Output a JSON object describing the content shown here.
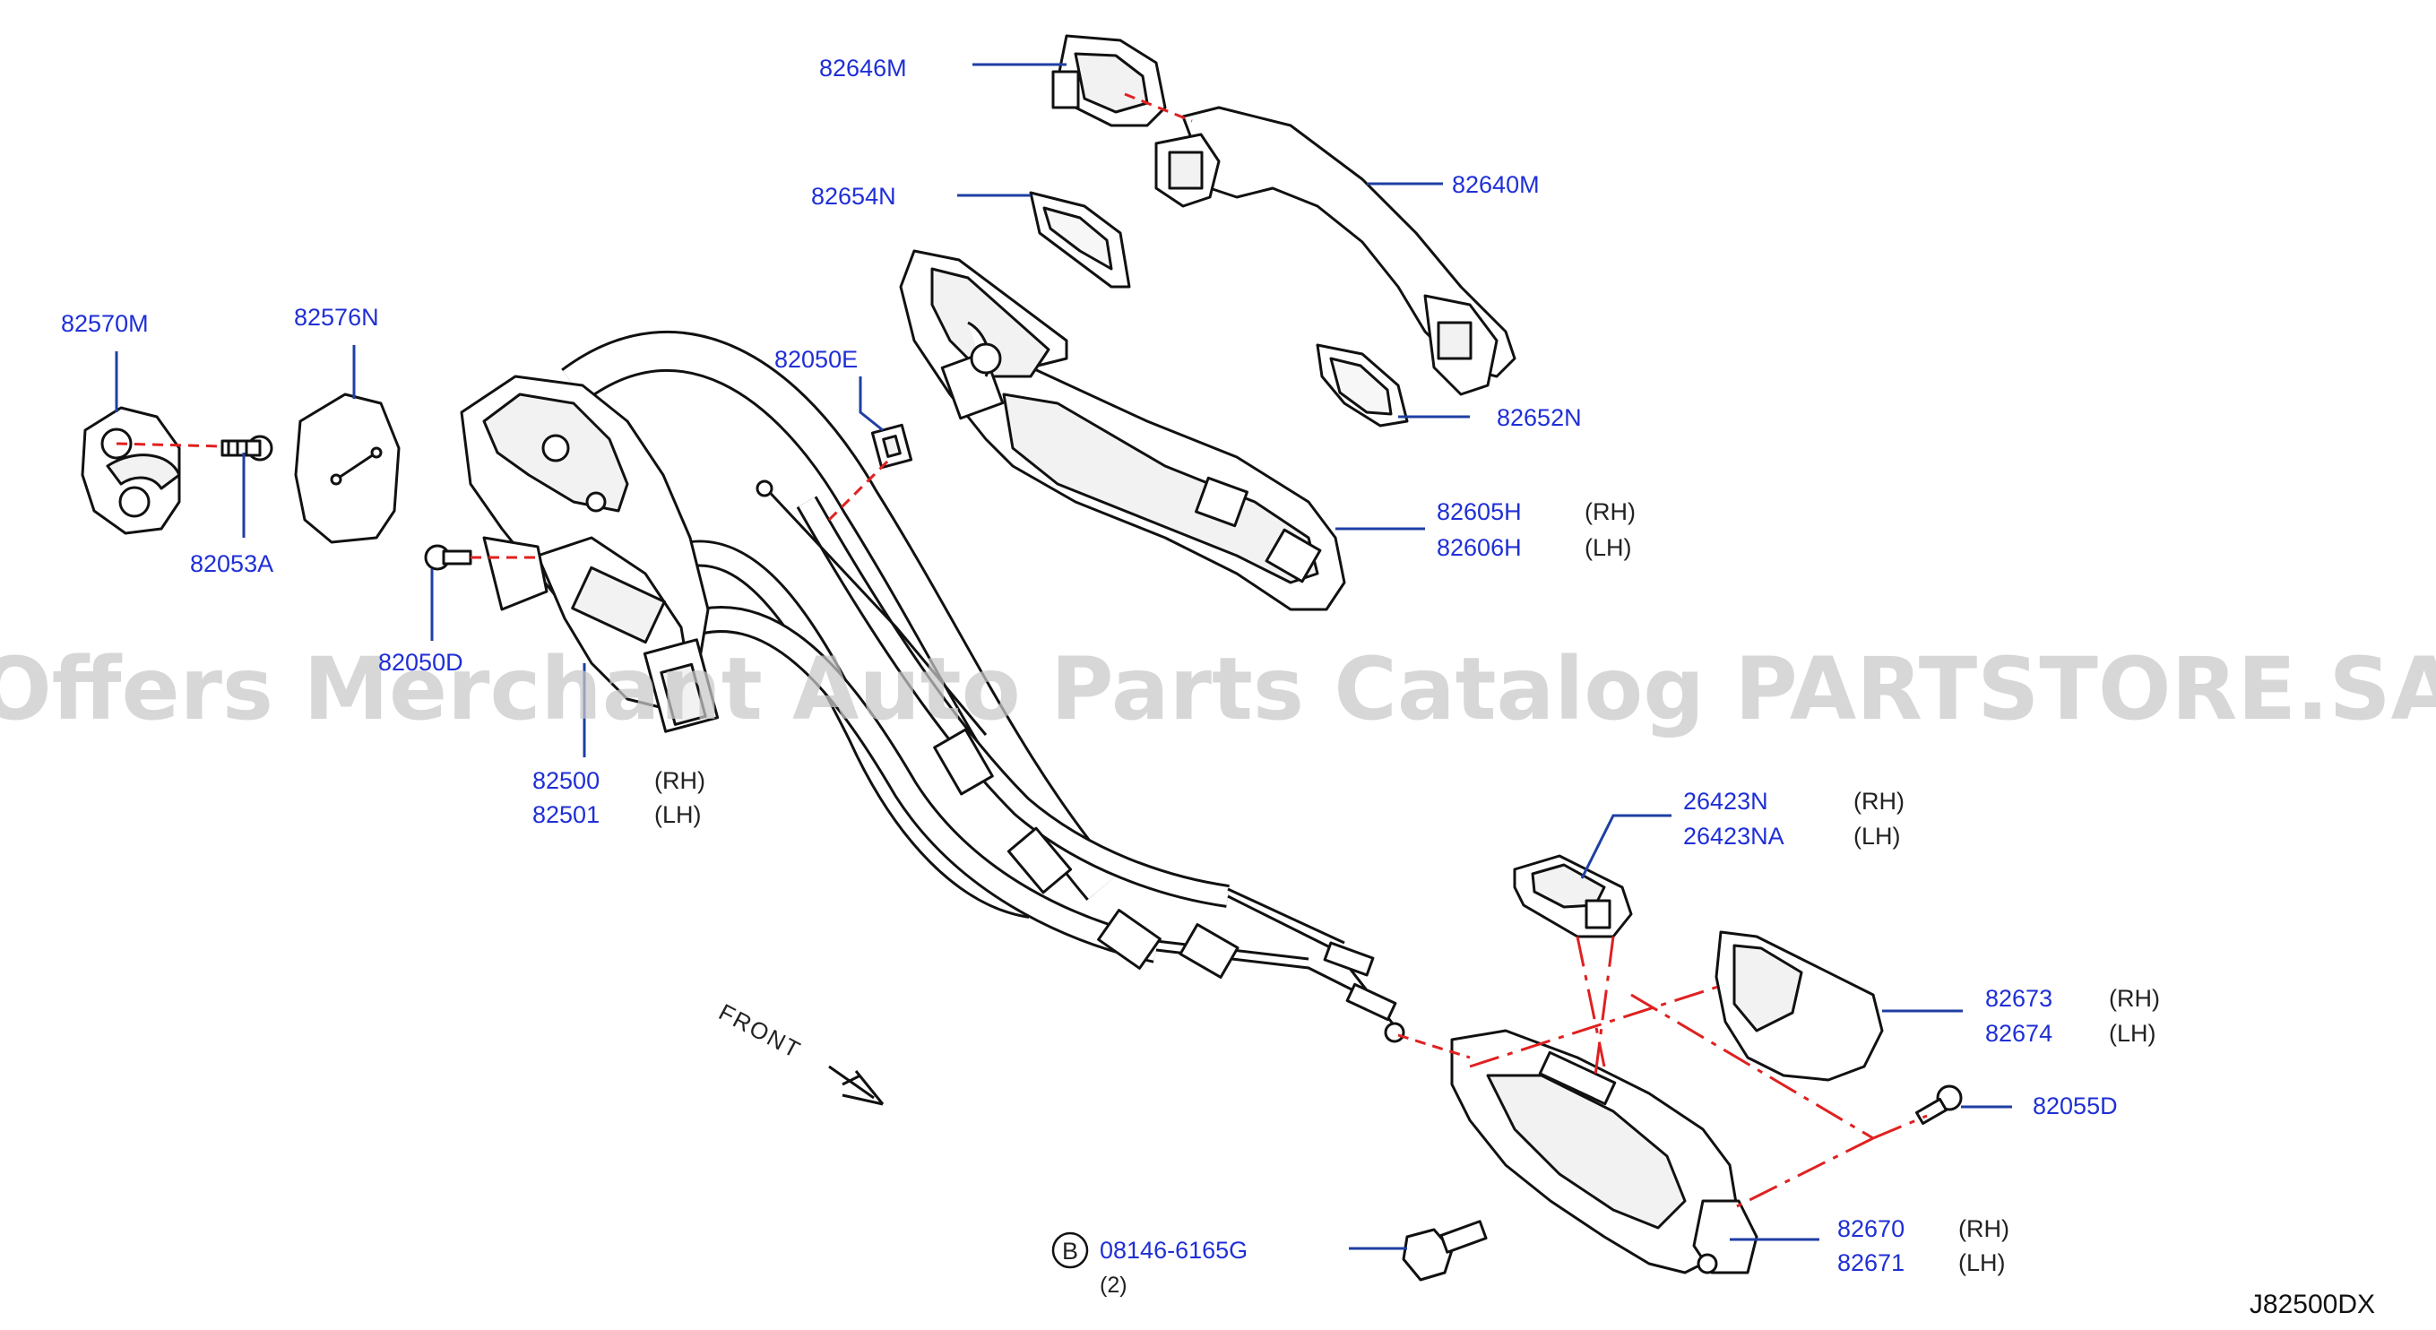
{
  "diagram": {
    "drawing_code": "J82500DX",
    "front_label": "FRONT",
    "watermark": "Offers Merchant Auto Parts Catalog PARTSTORE.SA",
    "bolt_marker": "B",
    "colors": {
      "part_number": "#1f2fd6",
      "leader_line": "#1f3fa3",
      "dashed_guide": "#e02020",
      "outline": "#111111",
      "watermark": "#c9c9c9"
    },
    "parts": {
      "p82646M": {
        "number": "82646M"
      },
      "p82654N": {
        "number": "82654N"
      },
      "p82640M": {
        "number": "82640M"
      },
      "p82570M": {
        "number": "82570M"
      },
      "p82576N": {
        "number": "82576N"
      },
      "p82050E": {
        "number": "82050E"
      },
      "p82652N": {
        "number": "82652N"
      },
      "p82053A": {
        "number": "82053A"
      },
      "p82605H": {
        "number": "82605H",
        "side": "(RH)"
      },
      "p82606H": {
        "number": "82606H",
        "side": "(LH)"
      },
      "p82050D": {
        "number": "82050D"
      },
      "p82500": {
        "number": "82500",
        "side": "(RH)"
      },
      "p82501": {
        "number": "82501",
        "side": "(LH)"
      },
      "p26423N": {
        "number": "26423N",
        "side": "(RH)"
      },
      "p26423NA": {
        "number": "26423NA",
        "side": "(LH)"
      },
      "p82673": {
        "number": "82673",
        "side": "(RH)"
      },
      "p82674": {
        "number": "82674",
        "side": "(LH)"
      },
      "p82055D": {
        "number": "82055D"
      },
      "p82670": {
        "number": "82670",
        "side": "(RH)"
      },
      "p82671": {
        "number": "82671",
        "side": "(LH)"
      },
      "p08146": {
        "number": "08146-6165G",
        "quantity": "(2)"
      }
    }
  }
}
